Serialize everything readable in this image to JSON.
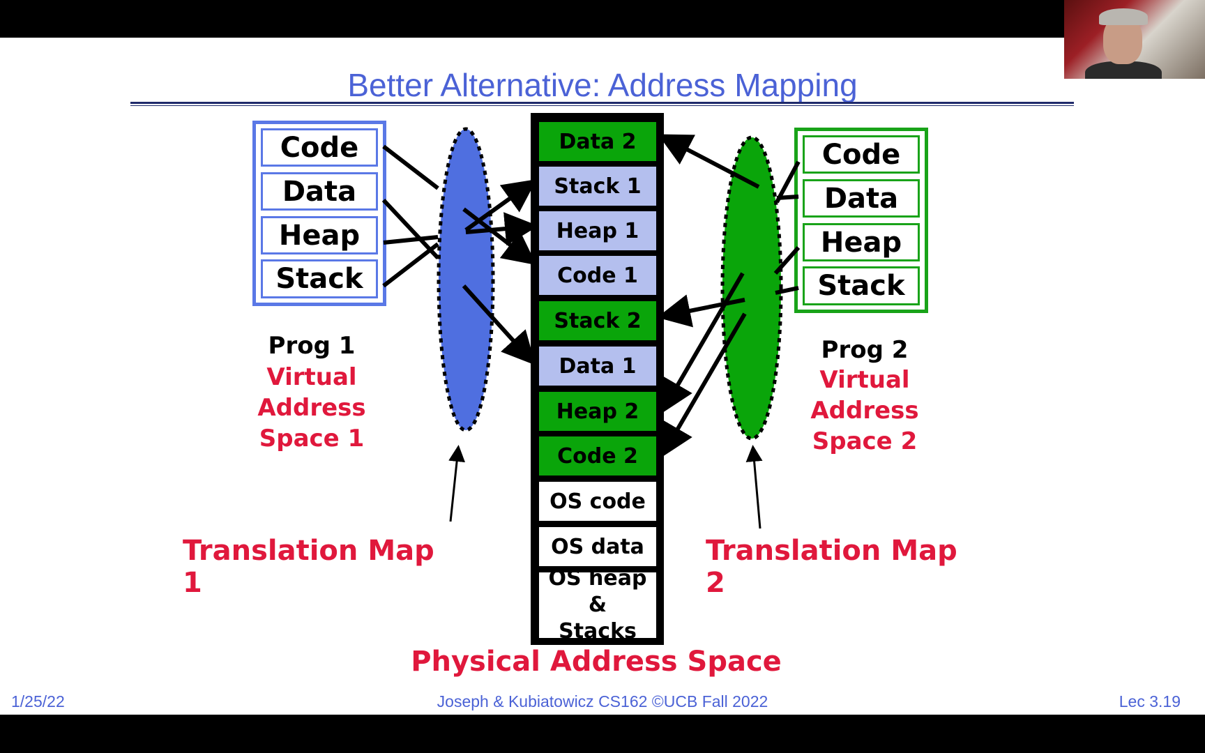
{
  "slide": {
    "title": "Better Alternative: Address Mapping",
    "prog1": {
      "segments": [
        "Code",
        "Data",
        "Heap",
        "Stack"
      ],
      "name": "Prog 1",
      "space_label": [
        "Virtual",
        "Address",
        "Space 1"
      ]
    },
    "prog2": {
      "segments": [
        "Code",
        "Data",
        "Heap",
        "Stack"
      ],
      "name": "Prog 2",
      "space_label": [
        "Virtual",
        "Address",
        "Space 2"
      ]
    },
    "physical": {
      "cells": [
        "Data 2",
        "Stack 1",
        "Heap 1",
        "Code 1",
        "Stack 2",
        "Data 1",
        "Heap 2",
        "Code 2",
        "OS code",
        "OS data",
        "OS heap &",
        "Stacks"
      ],
      "label": "Physical Address Space"
    },
    "translation_map_1": "Translation Map 1",
    "translation_map_2": "Translation Map 2",
    "footer": {
      "date": "1/25/22",
      "course": "Joseph & Kubiatowicz CS162 ©UCB Fall 2022",
      "lecture": "Lec 3.19"
    }
  },
  "colors": {
    "title_blue": "#4b62d6",
    "prog1_blue": "#5a78e6",
    "prog1_cell": "#b4bfee",
    "prog2_green": "#19a319",
    "prog2_cell": "#0aa50a",
    "label_red": "#e0183c"
  }
}
